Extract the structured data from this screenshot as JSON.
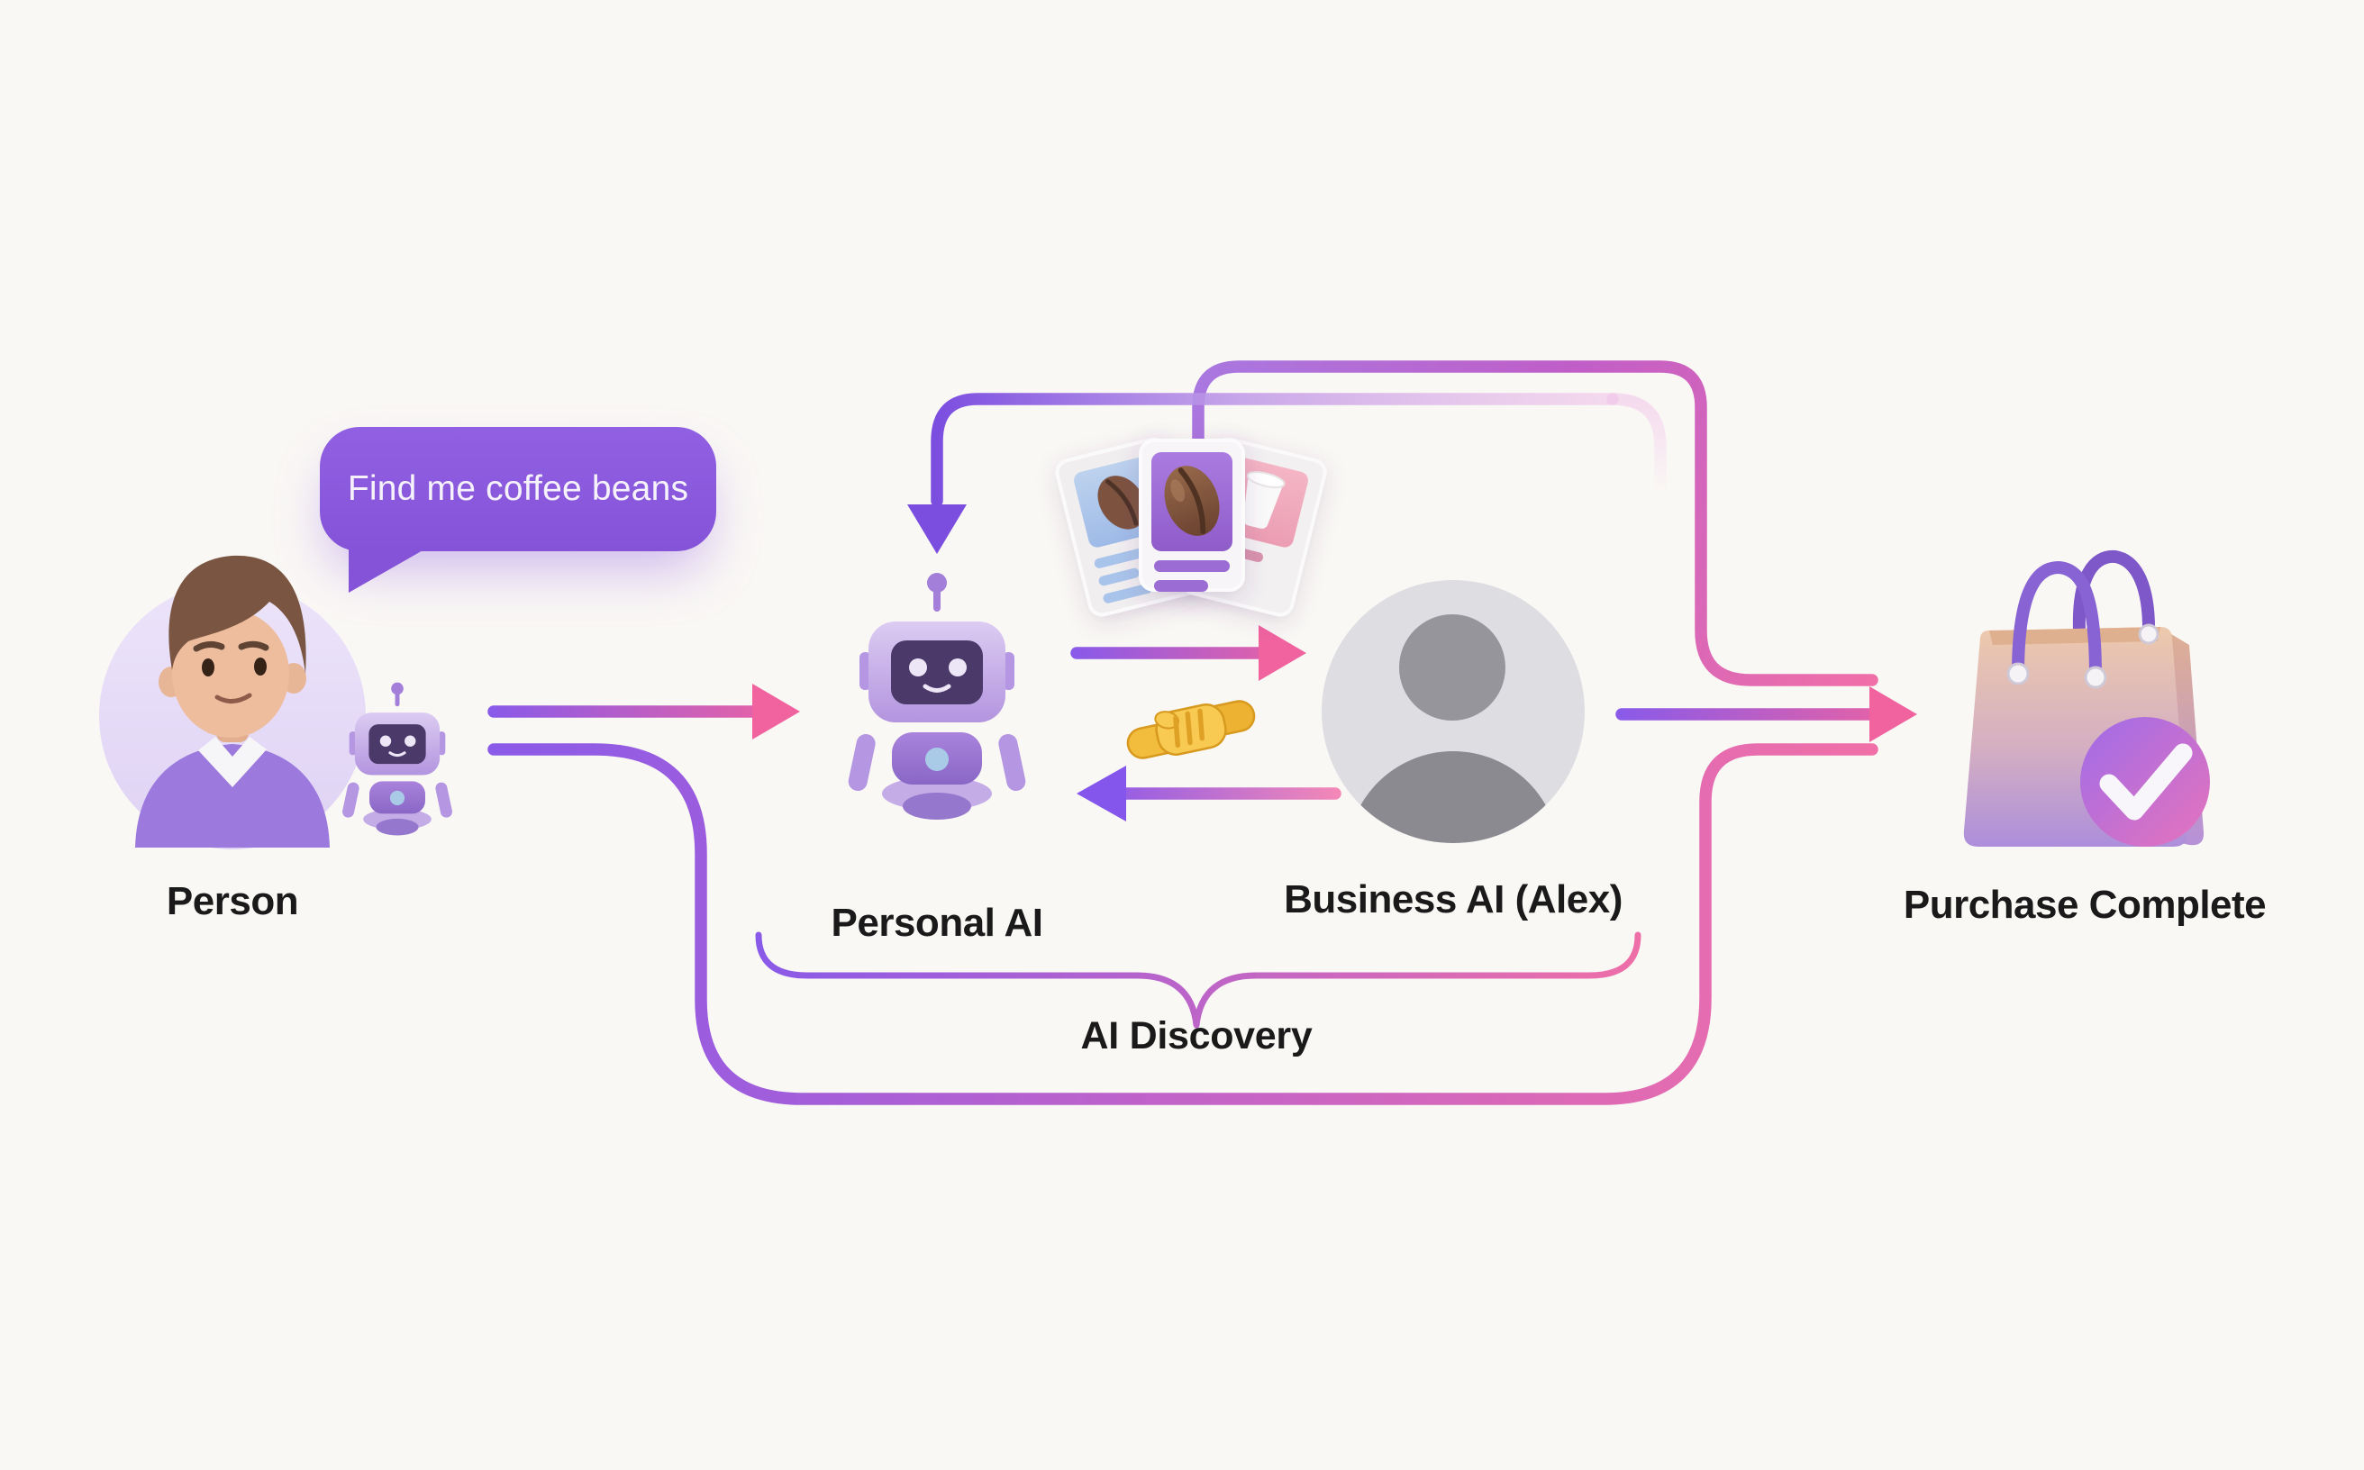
{
  "speech_bubble": {
    "text": "Find me coffee beans"
  },
  "nodes": {
    "person": {
      "label": "Person"
    },
    "personal_ai": {
      "label": "Personal AI"
    },
    "business_ai": {
      "label": "Business AI (Alex)"
    },
    "purchase": {
      "label": "Purchase Complete"
    }
  },
  "annotation": {
    "label": "AI Discovery"
  },
  "icons": {
    "person": "person-avatar",
    "companion": "companion-robot-icon",
    "personal_ai": "personal-ai-robot-icon",
    "business_ai": "business-ai-avatar",
    "listings": "coffee-listing-cards-icon",
    "deal": "handshake-icon",
    "purchase": "shopping-bag-check-icon"
  },
  "colors": {
    "background": "#FAF8F5",
    "bubble_purple": "#8B59DF",
    "line_purple": "#8A5AE8",
    "line_pink": "#F06FA8",
    "label_text": "#1A1A1A",
    "bubble_text": "#F6F2FC",
    "handshake_gold": "#F2BC3C",
    "badge_gradient_start": "#9F6CE8",
    "badge_gradient_end": "#E673BC"
  }
}
